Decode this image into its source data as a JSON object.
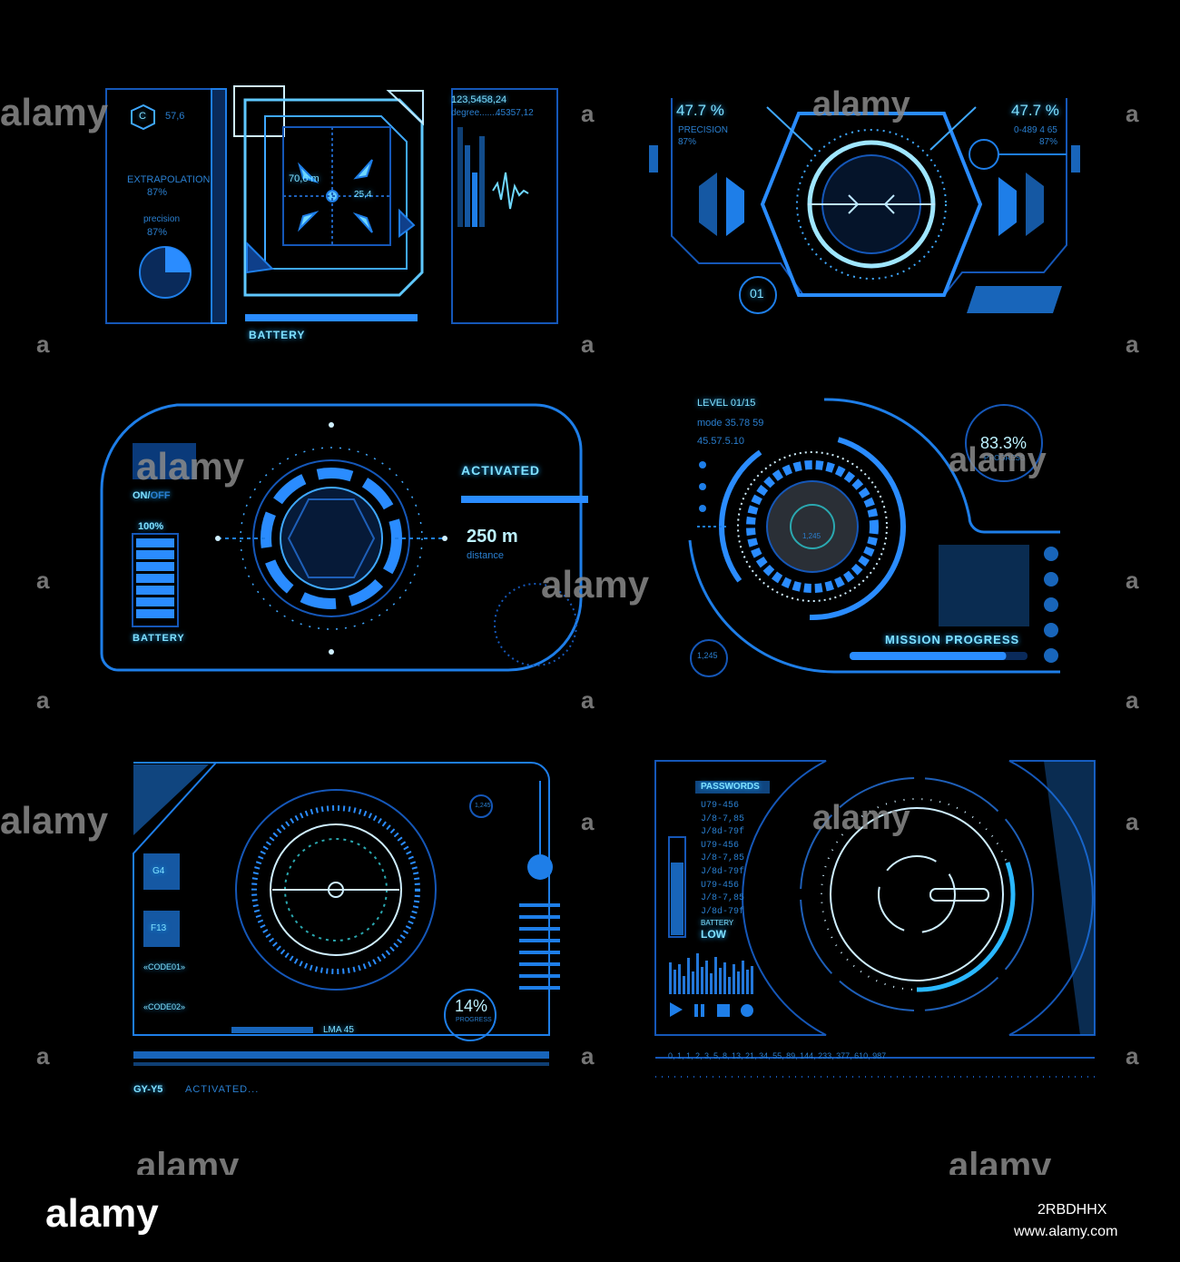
{
  "panel1": {
    "badge": "C",
    "badge_value": "57,6",
    "extrapolation_label": "EXTRAPOLATION",
    "extrapolation_value": "87%",
    "precision_label": "precision",
    "precision_value": "87%",
    "range_value": "70,6 m",
    "angle_value": "25,4",
    "coord": "123,5458,24",
    "degree_label": "degree........",
    "degree_value": "45357,12",
    "battery_label": "BATTERY"
  },
  "panel2": {
    "left_percent": "47.7 %",
    "left_label": "PRECISION",
    "left_value": "87%",
    "right_percent": "47.7 %",
    "right_code": "0-489 4 65",
    "right_value": "87%",
    "counter": "01"
  },
  "panel3": {
    "onoff_on": "ON/",
    "onoff_off": "OFF",
    "battery_percent": "100%",
    "battery_label": "BATTERY",
    "activated": "ACTIVATED",
    "distance_value": "250 m",
    "distance_label": "distance"
  },
  "panel4": {
    "level": "LEVEL 01/15",
    "mode": "mode 35.78 59",
    "coords": "45.57.5.10",
    "progress_value": "83.3%",
    "progress_label": "PROGRESS",
    "center_value": "1,245",
    "corner_value": "1,245",
    "mission_label": "MISSION PROGRESS",
    "mission_fill": 0.88
  },
  "panel5": {
    "corner_value": "1,245",
    "key1": "G4",
    "key2": "F13",
    "code1": "«CODE01»",
    "code2": "«CODE02»",
    "lma": "LMA 45",
    "progress_value": "14%",
    "progress_label": "PROGRESS",
    "gy": "GY-Y5",
    "activated": "ACTIVATED..."
  },
  "panel6": {
    "passwords_title": "PASSWORDS",
    "passwords": [
      "U79-456",
      "J/8-7,85",
      "J/8d-79f",
      "U79-456",
      "J/8-7,85",
      "J/8d-79f",
      "U79-456",
      "J/8-7,85",
      "J/8d-79f"
    ],
    "battery_label": "BATTERY",
    "battery_state": "LOW",
    "sequence": "0, 1, 1, 2, 3, 5, 8, 13, 21, 34, 55, 89, 144, 233, 377, 610, 987"
  },
  "watermark": {
    "brand": "alamy",
    "code": "2RBDHHX",
    "site": "www.alamy.com",
    "letter": "a"
  },
  "colors": {
    "background": "#000000",
    "primary": "#1e7ee8",
    "glow": "#7fe0ff",
    "dim": "#0f3f8a"
  }
}
